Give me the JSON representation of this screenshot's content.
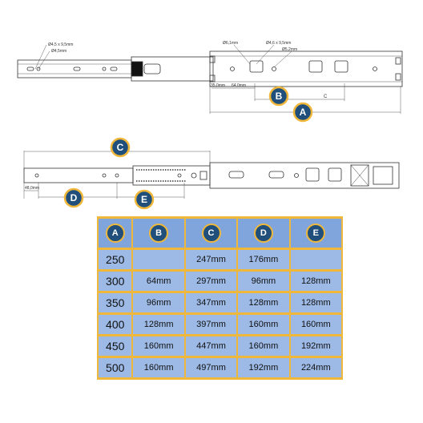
{
  "top_view": {
    "slot_label": "Ø4,5 x 9,5mm",
    "hole_label": "Ø4,5mm",
    "right_hole_1": "Ø6,1mm",
    "right_slot": "Ø4,6 x 9,5mm",
    "right_hole_2": "Ø5,2mm",
    "dim_offset": "35,0mm",
    "dim_pitch": "64,0mm",
    "dim_c_letter": "C"
  },
  "bottom_view": {
    "dim_left": "48,0mm"
  },
  "badges": {
    "a": "A",
    "b": "B",
    "c": "C",
    "d": "D",
    "e": "E"
  },
  "table": {
    "headers": [
      "A",
      "B",
      "C",
      "D",
      "E"
    ],
    "rows": [
      [
        "250",
        "",
        "247mm",
        "176mm",
        ""
      ],
      [
        "300",
        "64mm",
        "297mm",
        "96mm",
        "128mm"
      ],
      [
        "350",
        "96mm",
        "347mm",
        "128mm",
        "128mm"
      ],
      [
        "400",
        "128mm",
        "397mm",
        "160mm",
        "160mm"
      ],
      [
        "450",
        "160mm",
        "447mm",
        "160mm",
        "192mm"
      ],
      [
        "500",
        "160mm",
        "497mm",
        "192mm",
        "224mm"
      ]
    ]
  },
  "colors": {
    "badge_fill": "#1f4f7a",
    "badge_ring": "#f0b83a",
    "table_header": "#7fa5dc",
    "table_body": "#9dbae6",
    "table_grid": "#f0b83a"
  }
}
